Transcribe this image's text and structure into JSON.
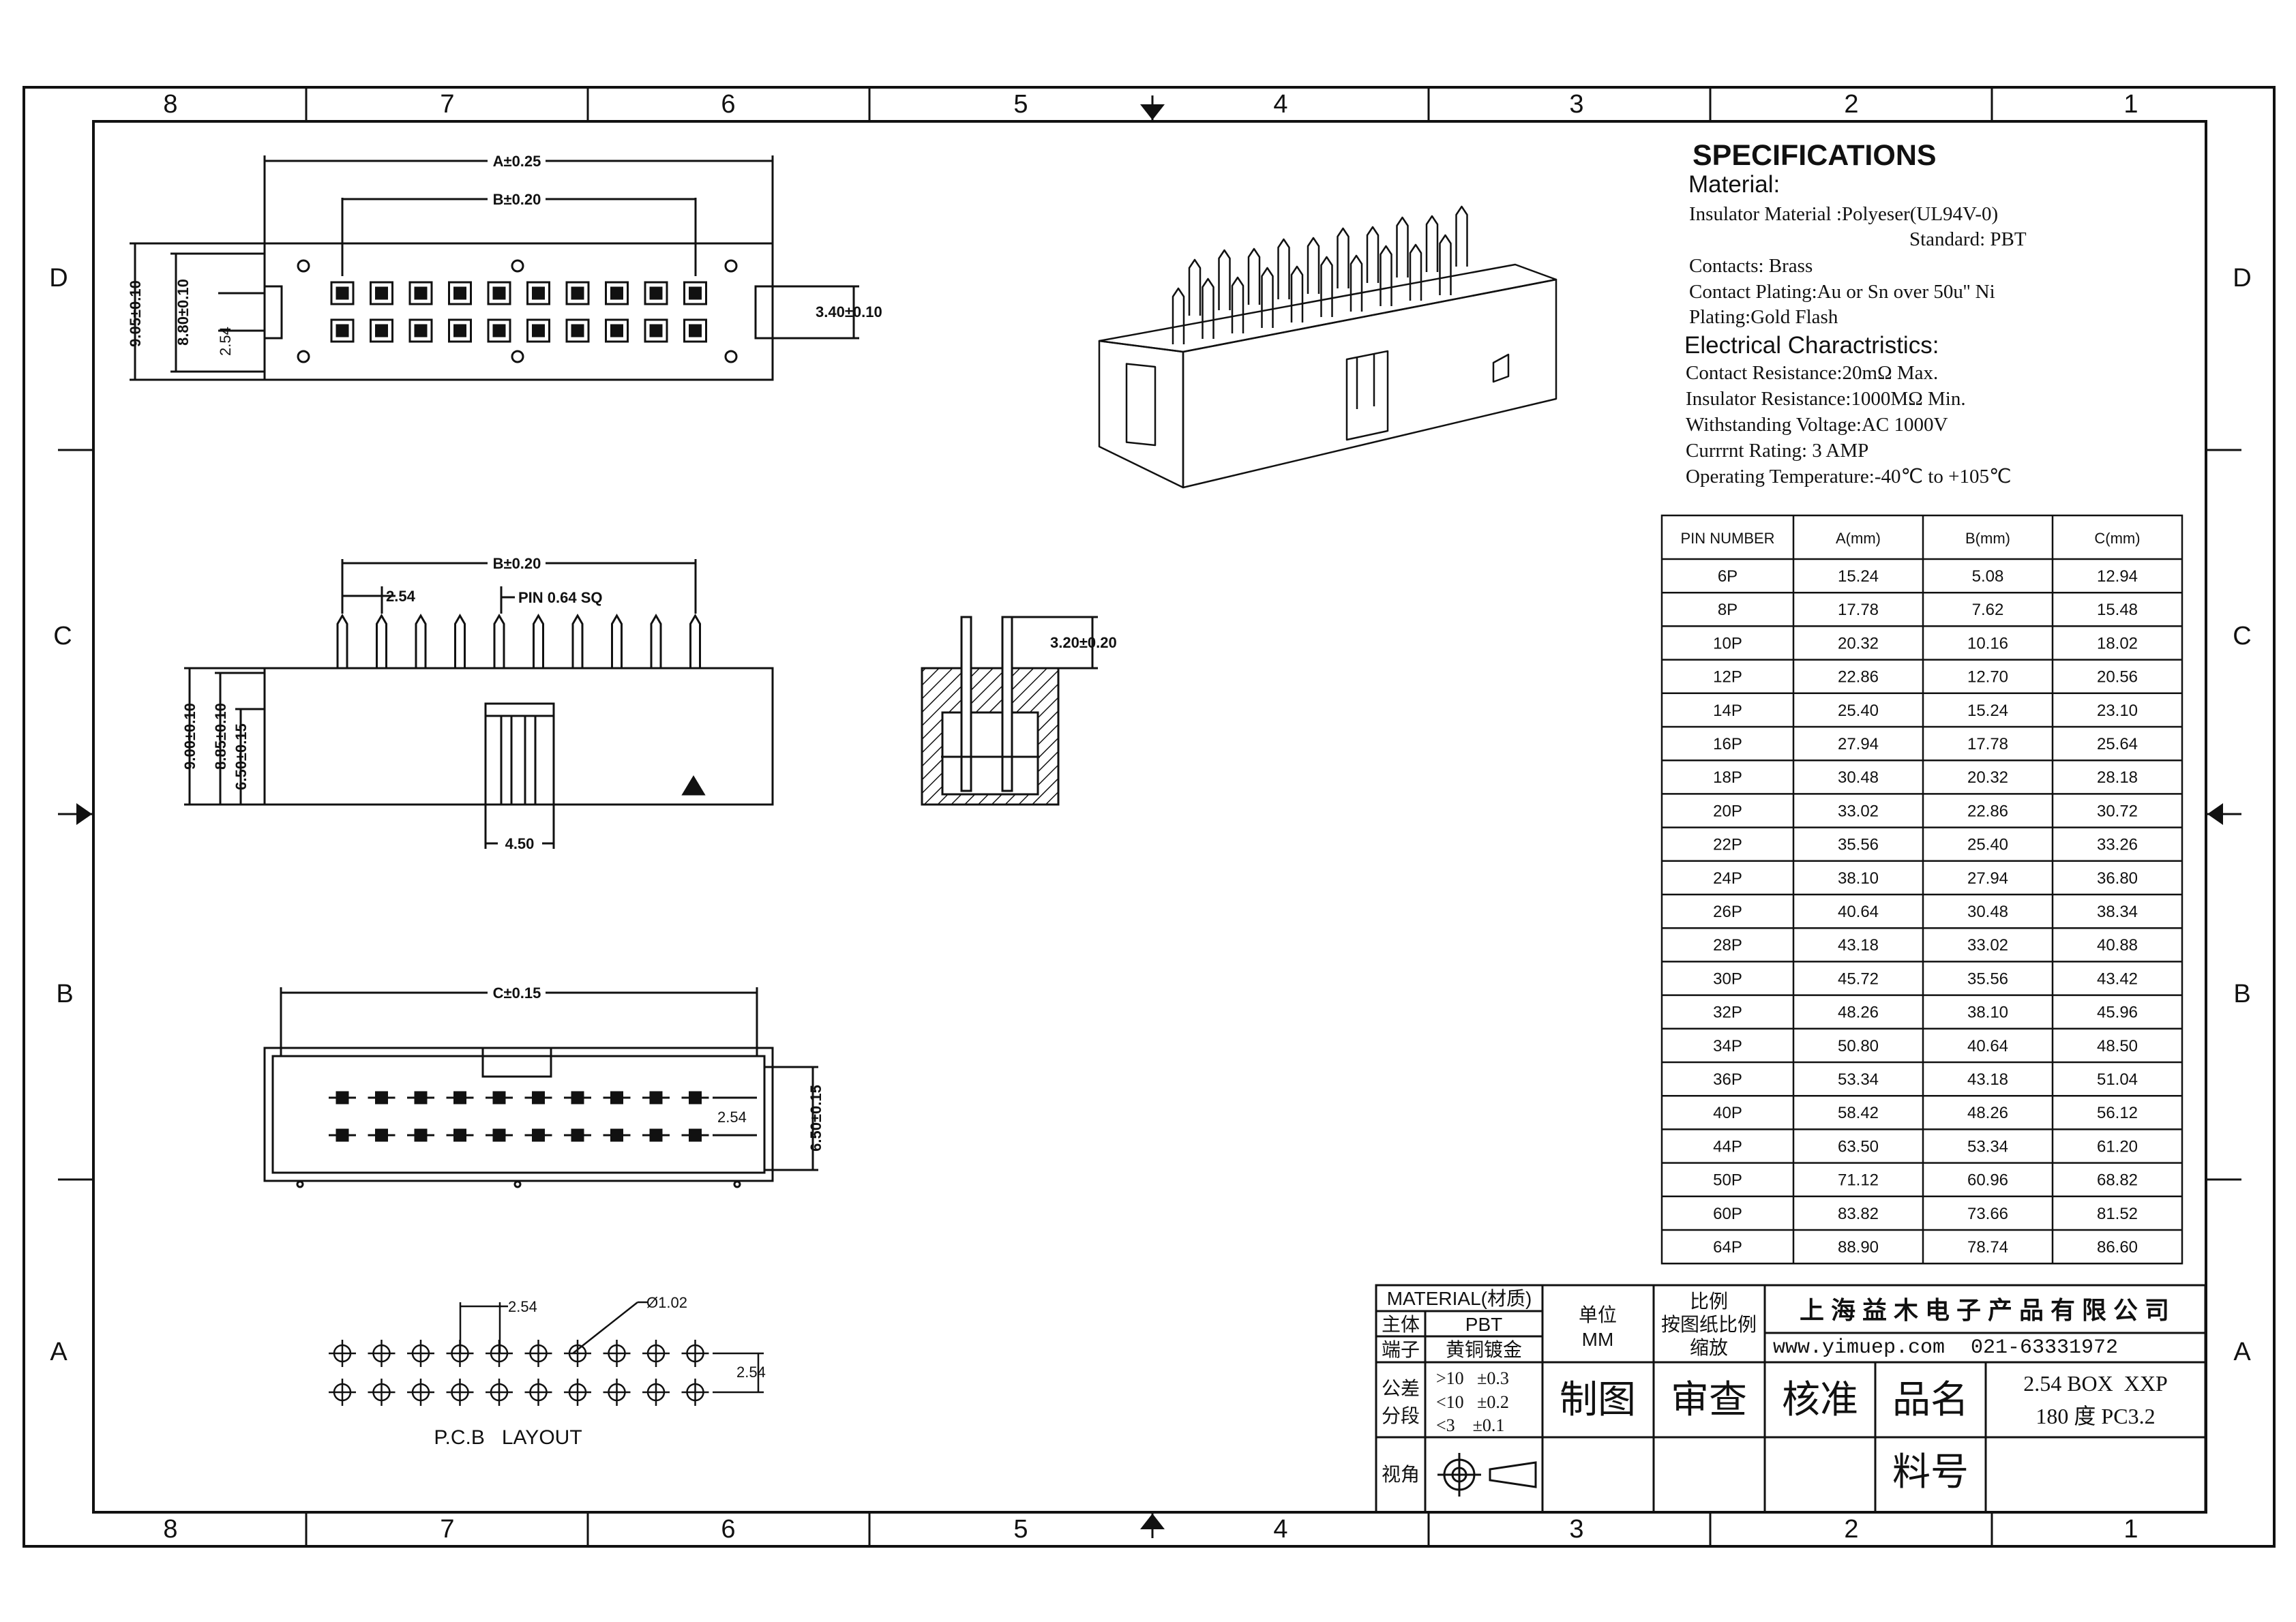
{
  "border": {
    "columns": [
      "8",
      "7",
      "6",
      "5",
      "4",
      "3",
      "2",
      "1"
    ],
    "rows": [
      "D",
      "C",
      "B",
      "A"
    ]
  },
  "views": {
    "top": {
      "dim_a": "A±0.25",
      "dim_b": "B±0.20",
      "dim_h1": "9.05±0.10",
      "dim_h2": "8.80±0.10",
      "dim_pitch": "2.54",
      "dim_right": "3.40±0.10"
    },
    "side": {
      "dim_b": "B±0.20",
      "dim_pitch": "2.54",
      "pin_note": "PIN 0.64 SQ",
      "dim_h1": "9.00±0.10",
      "dim_h2": "8.85±0.10",
      "dim_h3": "6.50±0.15",
      "dim_key": "4.50"
    },
    "end": {
      "dim_pin": "3.20±0.20"
    },
    "bottom": {
      "dim_c": "C±0.15",
      "dim_pitch": "2.54",
      "dim_w": "6.50±0.15"
    },
    "pcb": {
      "dim_pitch": "2.54",
      "dim_hole": "Ø1.02",
      "dim_row": "2.54",
      "label": "P.C.B   LAYOUT"
    }
  },
  "specs": {
    "title": "SPECIFICATIONS",
    "material_head": "Material:",
    "material_lines": [
      "Insulator Material :Polyeser(UL94V-0)",
      "Standard: PBT",
      "Contacts: Brass",
      "Contact Plating:Au or Sn over 50u'' Ni",
      "Plating:Gold Flash"
    ],
    "electrical_head": "Electrical Charactristics:",
    "electrical_lines": [
      "Contact Resistance:20mΩ Max.",
      "Insulator Resistance:1000MΩ Min.",
      "Withstanding Voltage:AC 1000V",
      "Currrnt Rating: 3 AMP",
      "Operating Temperature:-40℃ to +105℃"
    ]
  },
  "pin_table": {
    "headers": [
      "PIN NUMBER",
      "A(mm)",
      "B(mm)",
      "C(mm)"
    ],
    "rows": [
      [
        "6P",
        "15.24",
        "5.08",
        "12.94"
      ],
      [
        "8P",
        "17.78",
        "7.62",
        "15.48"
      ],
      [
        "10P",
        "20.32",
        "10.16",
        "18.02"
      ],
      [
        "12P",
        "22.86",
        "12.70",
        "20.56"
      ],
      [
        "14P",
        "25.40",
        "15.24",
        "23.10"
      ],
      [
        "16P",
        "27.94",
        "17.78",
        "25.64"
      ],
      [
        "18P",
        "30.48",
        "20.32",
        "28.18"
      ],
      [
        "20P",
        "33.02",
        "22.86",
        "30.72"
      ],
      [
        "22P",
        "35.56",
        "25.40",
        "33.26"
      ],
      [
        "24P",
        "38.10",
        "27.94",
        "36.80"
      ],
      [
        "26P",
        "40.64",
        "30.48",
        "38.34"
      ],
      [
        "28P",
        "43.18",
        "33.02",
        "40.88"
      ],
      [
        "30P",
        "45.72",
        "35.56",
        "43.42"
      ],
      [
        "32P",
        "48.26",
        "38.10",
        "45.96"
      ],
      [
        "34P",
        "50.80",
        "40.64",
        "48.50"
      ],
      [
        "36P",
        "53.34",
        "43.18",
        "51.04"
      ],
      [
        "40P",
        "58.42",
        "48.26",
        "56.12"
      ],
      [
        "44P",
        "63.50",
        "53.34",
        "61.20"
      ],
      [
        "50P",
        "71.12",
        "60.96",
        "68.82"
      ],
      [
        "60P",
        "83.82",
        "73.66",
        "81.52"
      ],
      [
        "64P",
        "88.90",
        "78.74",
        "86.60"
      ]
    ]
  },
  "title_block": {
    "material_head": "MATERIAL(材质)",
    "body_label": "主体",
    "body_value": "PBT",
    "terminal_label": "端子",
    "terminal_value": "黄铜镀金",
    "tolerance_label_1": "公差",
    "tolerance_label_2": "分段",
    "tolerances": [
      ">10   ±0.3",
      "<10   ±0.2",
      "<3    ±0.1"
    ],
    "view_label": "视角",
    "unit_label": "单位",
    "unit_value": "MM",
    "scale_label_1": "比例",
    "scale_label_2": "按图纸比例",
    "scale_label_3": "缩放",
    "company": "上 海 益 木 电 子 产 品 有 限 公 司",
    "website": "www.yimuep.com",
    "phone": "021-63331972",
    "drawn": "制图",
    "checked": "审查",
    "approved": "核准",
    "product_name_label": "品名",
    "product_name_1": "2.54 BOX  XXP",
    "product_name_2": "180 度 PC3.2",
    "part_no_label": "料号"
  }
}
